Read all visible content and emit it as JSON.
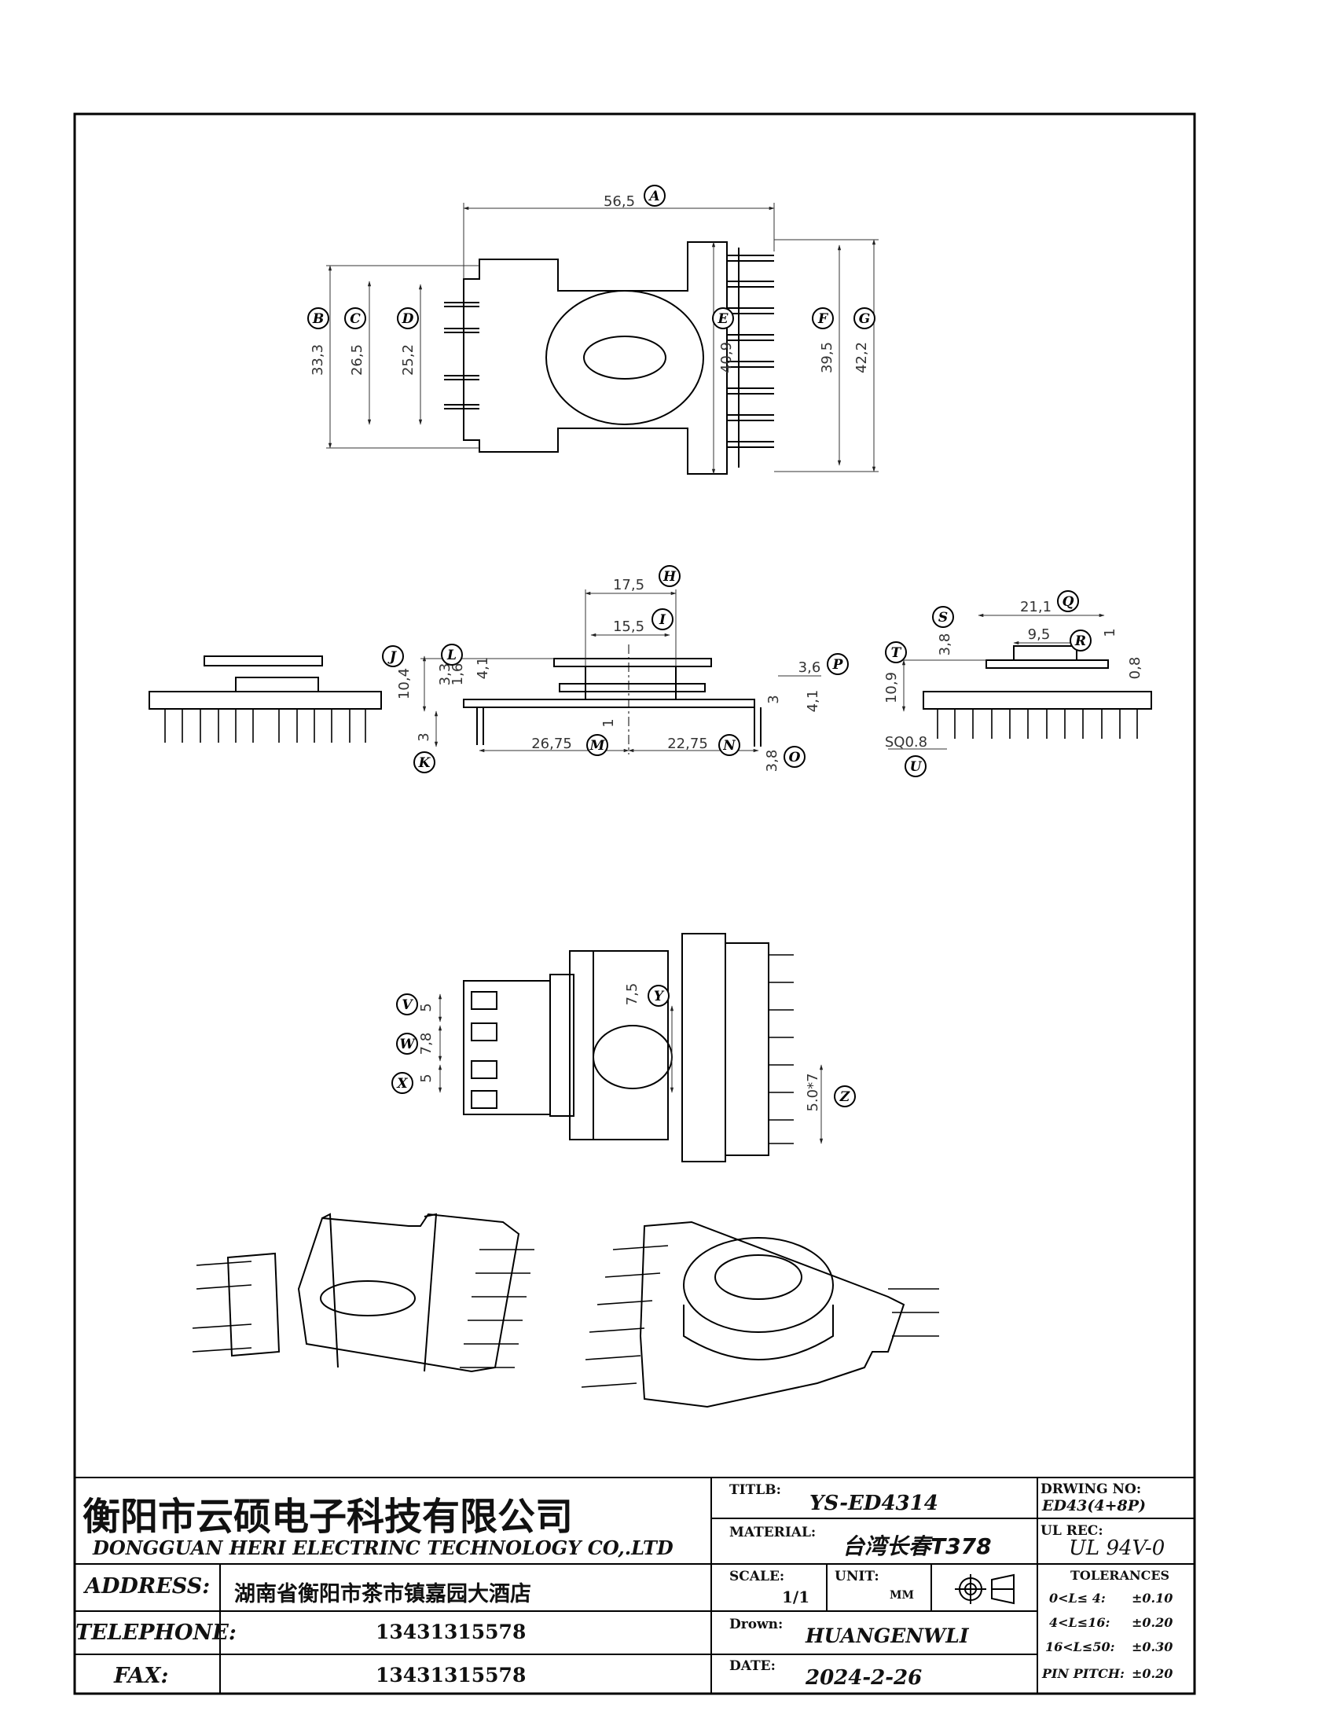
{
  "dimensions": {
    "top": {
      "A": "56,5",
      "B": "33,3",
      "C": "26,5",
      "D": "25,2",
      "E": "40,9",
      "F": "39,5",
      "G": "42,2"
    },
    "front": {
      "H": "17,5",
      "I": "15,5",
      "J": "10,4",
      "L1": "3,3",
      "L2": "1,6",
      "L3": "4,1",
      "K": "3",
      "M": "26,75",
      "N": "22,75",
      "P": "3,6",
      "P2": "3",
      "P3": "4,1",
      "O": "3,8",
      "one": "1"
    },
    "side": {
      "Q": "21,1",
      "R": "9,5",
      "S": "3,8",
      "T": "10,9",
      "U": "SQ0.8",
      "one": "1",
      "r08": "0,8"
    },
    "bottom": {
      "V": "5",
      "W": "7,8",
      "X": "5",
      "Y": "7,5",
      "Z": "5.0*7"
    }
  },
  "balloons": {
    "A": "A",
    "B": "B",
    "C": "C",
    "D": "D",
    "E": "E",
    "F": "F",
    "G": "G",
    "H": "H",
    "I": "I",
    "J": "J",
    "K": "K",
    "L": "L",
    "M": "M",
    "N": "N",
    "O": "O",
    "P": "P",
    "Q": "Q",
    "R": "R",
    "S": "S",
    "T": "T",
    "U": "U",
    "V": "V",
    "W": "W",
    "X": "X",
    "Y": "Y",
    "Z": "Z"
  },
  "title_block": {
    "company_cn": "衡阳市云硕电子科技有限公司",
    "company_en": "DONGGUAN HERI ELECTRINC TECHNOLOGY CO,.LTD",
    "address_label": "ADDRESS:",
    "address_value": "湖南省衡阳市茶市镇嘉园大酒店",
    "telephone_label": "TELEPHONE:",
    "telephone_value": "13431315578",
    "fax_label": "FAX:",
    "fax_value": "13431315578",
    "title_label": "TITLB:",
    "title_value": "YS-ED4314",
    "material_label": "MATERIAL:",
    "material_value": "台湾长春T378",
    "scale_label": "SCALE:",
    "scale_value": "1/1",
    "unit_label": "UNIT:",
    "unit_value": "MM",
    "drawn_label": "Drown:",
    "drawn_value": "HUANGENWLI",
    "date_label": "DATE:",
    "date_value": "2024-2-26",
    "drawing_no_label": "DRWING NO:",
    "drawing_no_value": "ED43(4+8P)",
    "ul_label": "UL REC:",
    "ul_value": "UL 94V-0",
    "tolerances_title": "TOLERANCES",
    "tolerances": [
      {
        "range": "0<L≤ 4:",
        "value": "±0.10"
      },
      {
        "range": "4<L≤16:",
        "value": "±0.20"
      },
      {
        "range": "16<L≤50:",
        "value": "±0.30"
      }
    ],
    "pin_pitch_label": "PIN PITCH:",
    "pin_pitch_value": "±0.20"
  }
}
